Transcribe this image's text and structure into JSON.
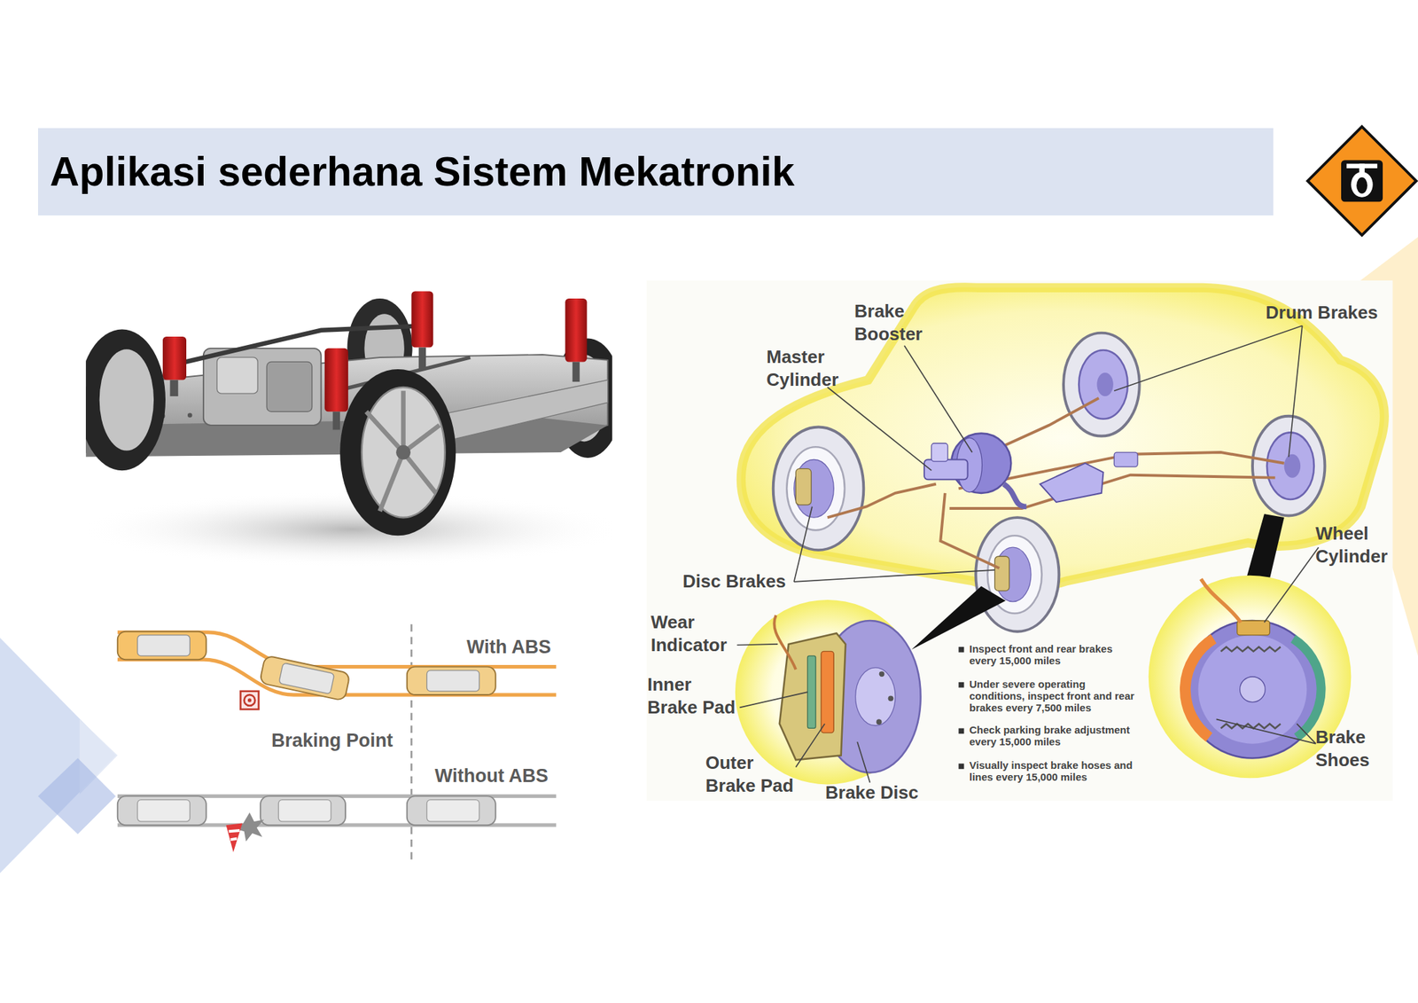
{
  "diagram": {
    "title": "Aplikasi sederhana Sistem Mekatronik",
    "labels": [
      "With ABS",
      "Braking Point",
      "Without ABS",
      "Brake Booster",
      "Master Cylinder",
      "Drum Brakes",
      "Wheel Cylinder",
      "Disc Brakes",
      "Wear Indicator",
      "Inner Brake Pad",
      "Outer Brake Pad",
      "Brake Disc",
      "Brake Shoes",
      "Inspect front and rear brakes every 15,000 miles",
      "Under severe operating conditions, inspect front and rear brakes every 7,500 miles",
      "Check parking brake adjustment every 15,000 miles",
      "Visually inspect brake hoses and lines every 15,000 miles"
    ]
  }
}
